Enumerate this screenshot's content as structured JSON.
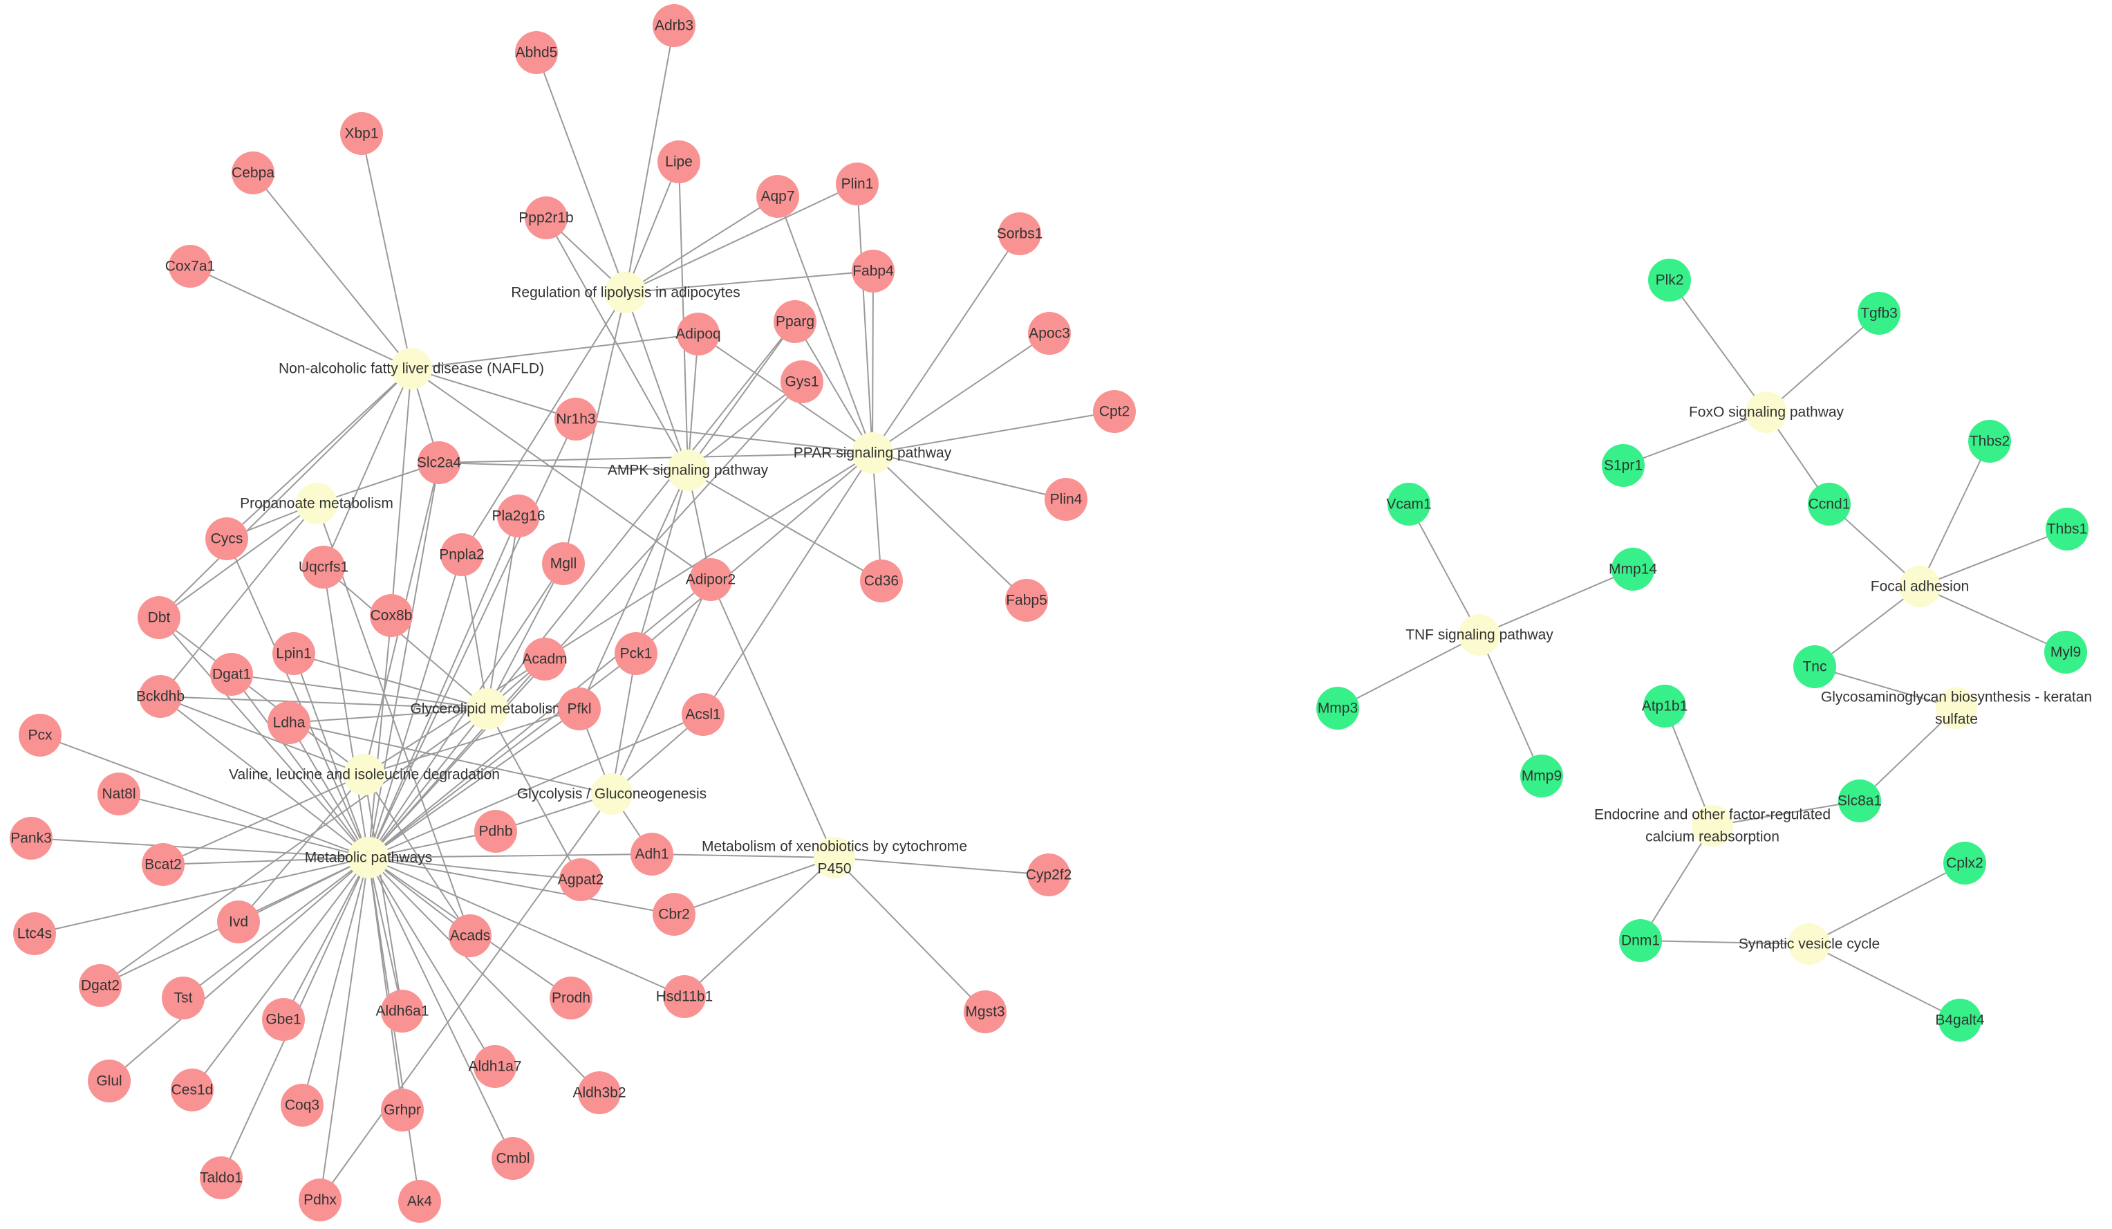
{
  "colors": {
    "gene_red": "#f99393",
    "gene_green": "#37f089",
    "pathway": "#fbfbcf",
    "edge": "#9a9a9a",
    "text": "#333333"
  },
  "pathways": [
    {
      "id": "lipolysis",
      "label": [
        "Regulation of lipolysis in adipocytes"
      ]
    },
    {
      "id": "nafld",
      "label": [
        "Non-alcoholic fatty liver disease (NAFLD)"
      ]
    },
    {
      "id": "ampk",
      "label": [
        "AMPK signaling pathway"
      ]
    },
    {
      "id": "ppar",
      "label": [
        "PPAR signaling pathway"
      ]
    },
    {
      "id": "propanoate",
      "label": [
        "Propanoate metabolism"
      ]
    },
    {
      "id": "glycerolipid",
      "label": [
        "Glycerolipid metabolism"
      ]
    },
    {
      "id": "valine",
      "label": [
        "Valine, leucine and isoleucine degradation"
      ]
    },
    {
      "id": "glycolysis",
      "label": [
        "Glycolysis / Gluconeogenesis"
      ]
    },
    {
      "id": "metabolic",
      "label": [
        "Metabolic pathways"
      ]
    },
    {
      "id": "xenobiotics",
      "label": [
        "Metabolism of xenobiotics by cytochrome",
        "P450"
      ]
    },
    {
      "id": "foxo",
      "label": [
        "FoxO signaling pathway"
      ]
    },
    {
      "id": "tnf",
      "label": [
        "TNF signaling pathway"
      ]
    },
    {
      "id": "focal",
      "label": [
        "Focal adhesion"
      ]
    },
    {
      "id": "glycosaminoglycan",
      "label": [
        "Glycosaminoglycan biosynthesis - keratan",
        "sulfate"
      ]
    },
    {
      "id": "endocrine",
      "label": [
        "Endocrine and other factor-regulated",
        "calcium reabsorption"
      ]
    },
    {
      "id": "synaptic",
      "label": [
        "Synaptic vesicle cycle"
      ]
    }
  ],
  "genes": [
    {
      "id": "Adrb3",
      "label": "Adrb3",
      "group": "red"
    },
    {
      "id": "Abhd5",
      "label": "Abhd5",
      "group": "red"
    },
    {
      "id": "Xbp1",
      "label": "Xbp1",
      "group": "red"
    },
    {
      "id": "Cebpa",
      "label": "Cebpa",
      "group": "red"
    },
    {
      "id": "Lipe",
      "label": "Lipe",
      "group": "red"
    },
    {
      "id": "Aqp7",
      "label": "Aqp7",
      "group": "red"
    },
    {
      "id": "Plin1",
      "label": "Plin1",
      "group": "red"
    },
    {
      "id": "Ppp2r1b",
      "label": "Ppp2r1b",
      "group": "red"
    },
    {
      "id": "Sorbs1",
      "label": "Sorbs1",
      "group": "red"
    },
    {
      "id": "Cox7a1",
      "label": "Cox7a1",
      "group": "red"
    },
    {
      "id": "Fabp4",
      "label": "Fabp4",
      "group": "red"
    },
    {
      "id": "Pparg",
      "label": "Pparg",
      "group": "red"
    },
    {
      "id": "Adipoq",
      "label": "Adipoq",
      "group": "red"
    },
    {
      "id": "Apoc3",
      "label": "Apoc3",
      "group": "red"
    },
    {
      "id": "Gys1",
      "label": "Gys1",
      "group": "red"
    },
    {
      "id": "Cpt2",
      "label": "Cpt2",
      "group": "red"
    },
    {
      "id": "Nr1h3",
      "label": "Nr1h3",
      "group": "red"
    },
    {
      "id": "Slc2a4",
      "label": "Slc2a4",
      "group": "red"
    },
    {
      "id": "Plin4",
      "label": "Plin4",
      "group": "red"
    },
    {
      "id": "Pla2g16",
      "label": "Pla2g16",
      "group": "red"
    },
    {
      "id": "Cycs",
      "label": "Cycs",
      "group": "red"
    },
    {
      "id": "Pnpla2",
      "label": "Pnpla2",
      "group": "red"
    },
    {
      "id": "Mgll",
      "label": "Mgll",
      "group": "red"
    },
    {
      "id": "Uqcrfs1",
      "label": "Uqcrfs1",
      "group": "red"
    },
    {
      "id": "Adipor2",
      "label": "Adipor2",
      "group": "red"
    },
    {
      "id": "Cd36",
      "label": "Cd36",
      "group": "red"
    },
    {
      "id": "Fabp5",
      "label": "Fabp5",
      "group": "red"
    },
    {
      "id": "Dbt",
      "label": "Dbt",
      "group": "red"
    },
    {
      "id": "Cox8b",
      "label": "Cox8b",
      "group": "red"
    },
    {
      "id": "Lpin1",
      "label": "Lpin1",
      "group": "red"
    },
    {
      "id": "Dgat1",
      "label": "Dgat1",
      "group": "red"
    },
    {
      "id": "Acadm",
      "label": "Acadm",
      "group": "red"
    },
    {
      "id": "Pck1",
      "label": "Pck1",
      "group": "red"
    },
    {
      "id": "Bckdhb",
      "label": "Bckdhb",
      "group": "red"
    },
    {
      "id": "Pfkl",
      "label": "Pfkl",
      "group": "red"
    },
    {
      "id": "Acsl1",
      "label": "Acsl1",
      "group": "red"
    },
    {
      "id": "Ldha",
      "label": "Ldha",
      "group": "red"
    },
    {
      "id": "Pcx",
      "label": "Pcx",
      "group": "red"
    },
    {
      "id": "Nat8l",
      "label": "Nat8l",
      "group": "red"
    },
    {
      "id": "Pank3",
      "label": "Pank3",
      "group": "red"
    },
    {
      "id": "Pdhb",
      "label": "Pdhb",
      "group": "red"
    },
    {
      "id": "Bcat2",
      "label": "Bcat2",
      "group": "red"
    },
    {
      "id": "Adh1",
      "label": "Adh1",
      "group": "red"
    },
    {
      "id": "Agpat2",
      "label": "Agpat2",
      "group": "red"
    },
    {
      "id": "Cyp2f2",
      "label": "Cyp2f2",
      "group": "red"
    },
    {
      "id": "Ltc4s",
      "label": "Ltc4s",
      "group": "red"
    },
    {
      "id": "Ivd",
      "label": "Ivd",
      "group": "red"
    },
    {
      "id": "Cbr2",
      "label": "Cbr2",
      "group": "red"
    },
    {
      "id": "Acads",
      "label": "Acads",
      "group": "red"
    },
    {
      "id": "Dgat2",
      "label": "Dgat2",
      "group": "red"
    },
    {
      "id": "Tst",
      "label": "Tst",
      "group": "red"
    },
    {
      "id": "Hsd11b1",
      "label": "Hsd11b1",
      "group": "red"
    },
    {
      "id": "Prodh",
      "label": "Prodh",
      "group": "red"
    },
    {
      "id": "Mgst3",
      "label": "Mgst3",
      "group": "red"
    },
    {
      "id": "Aldh6a1",
      "label": "Aldh6a1",
      "group": "red"
    },
    {
      "id": "Gbe1",
      "label": "Gbe1",
      "group": "red"
    },
    {
      "id": "Glul",
      "label": "Glul",
      "group": "red"
    },
    {
      "id": "Aldh1a7",
      "label": "Aldh1a7",
      "group": "red"
    },
    {
      "id": "Ces1d",
      "label": "Ces1d",
      "group": "red"
    },
    {
      "id": "Aldh3b2",
      "label": "Aldh3b2",
      "group": "red"
    },
    {
      "id": "Coq3",
      "label": "Coq3",
      "group": "red"
    },
    {
      "id": "Grhpr",
      "label": "Grhpr",
      "group": "red"
    },
    {
      "id": "Cmbl",
      "label": "Cmbl",
      "group": "red"
    },
    {
      "id": "Taldo1",
      "label": "Taldo1",
      "group": "red"
    },
    {
      "id": "Pdhx",
      "label": "Pdhx",
      "group": "red"
    },
    {
      "id": "Ak4",
      "label": "Ak4",
      "group": "red"
    },
    {
      "id": "Plk2",
      "label": "Plk2",
      "group": "green"
    },
    {
      "id": "Tgfb3",
      "label": "Tgfb3",
      "group": "green"
    },
    {
      "id": "Thbs2",
      "label": "Thbs2",
      "group": "green"
    },
    {
      "id": "S1pr1",
      "label": "S1pr1",
      "group": "green"
    },
    {
      "id": "Ccnd1",
      "label": "Ccnd1",
      "group": "green"
    },
    {
      "id": "Vcam1",
      "label": "Vcam1",
      "group": "green"
    },
    {
      "id": "Thbs1",
      "label": "Thbs1",
      "group": "green"
    },
    {
      "id": "Mmp14",
      "label": "Mmp14",
      "group": "green"
    },
    {
      "id": "Myl9",
      "label": "Myl9",
      "group": "green"
    },
    {
      "id": "Tnc",
      "label": "Tnc",
      "group": "green"
    },
    {
      "id": "Mmp3",
      "label": "Mmp3",
      "group": "green"
    },
    {
      "id": "Atp1b1",
      "label": "Atp1b1",
      "group": "green"
    },
    {
      "id": "Mmp9",
      "label": "Mmp9",
      "group": "green"
    },
    {
      "id": "Slc8a1",
      "label": "Slc8a1",
      "group": "green"
    },
    {
      "id": "Cplx2",
      "label": "Cplx2",
      "group": "green"
    },
    {
      "id": "Dnm1",
      "label": "Dnm1",
      "group": "green"
    },
    {
      "id": "B4galt4",
      "label": "B4galt4",
      "group": "green"
    }
  ],
  "edges": [
    [
      "lipolysis",
      "Adrb3"
    ],
    [
      "lipolysis",
      "Abhd5"
    ],
    [
      "lipolysis",
      "Lipe"
    ],
    [
      "lipolysis",
      "Aqp7"
    ],
    [
      "lipolysis",
      "Plin1"
    ],
    [
      "lipolysis",
      "Ppp2r1b"
    ],
    [
      "lipolysis",
      "Fabp4"
    ],
    [
      "lipolysis",
      "Pnpla2"
    ],
    [
      "lipolysis",
      "Mgll"
    ],
    [
      "lipolysis",
      "ampk"
    ],
    [
      "nafld",
      "Xbp1"
    ],
    [
      "nafld",
      "Cebpa"
    ],
    [
      "nafld",
      "Cox7a1"
    ],
    [
      "nafld",
      "Adipoq"
    ],
    [
      "nafld",
      "Nr1h3"
    ],
    [
      "nafld",
      "Cycs"
    ],
    [
      "nafld",
      "Uqcrfs1"
    ],
    [
      "nafld",
      "Cox8b"
    ],
    [
      "nafld",
      "Adipor2"
    ],
    [
      "nafld",
      "Dbt"
    ],
    [
      "nafld",
      "Slc2a4"
    ],
    [
      "ampk",
      "Adipoq"
    ],
    [
      "ampk",
      "Pparg"
    ],
    [
      "ampk",
      "Gys1"
    ],
    [
      "ampk",
      "Slc2a4"
    ],
    [
      "ampk",
      "Adipor2"
    ],
    [
      "ampk",
      "Cd36"
    ],
    [
      "ampk",
      "Pfkl"
    ],
    [
      "ampk",
      "Ppp2r1b"
    ],
    [
      "ampk",
      "Lipe"
    ],
    [
      "ampk",
      "Pck1"
    ],
    [
      "ppar",
      "Aqp7"
    ],
    [
      "ppar",
      "Fabp4"
    ],
    [
      "ppar",
      "Plin1"
    ],
    [
      "ppar",
      "Sorbs1"
    ],
    [
      "ppar",
      "Apoc3"
    ],
    [
      "ppar",
      "Cpt2"
    ],
    [
      "ppar",
      "Plin4"
    ],
    [
      "ppar",
      "Fabp5"
    ],
    [
      "ppar",
      "Cd36"
    ],
    [
      "ppar",
      "Pparg"
    ],
    [
      "ppar",
      "Adipoq"
    ],
    [
      "ppar",
      "Nr1h3"
    ],
    [
      "ppar",
      "Acadm"
    ],
    [
      "ppar",
      "Pck1"
    ],
    [
      "ppar",
      "Acsl1"
    ],
    [
      "ppar",
      "Slc2a4"
    ],
    [
      "propanoate",
      "Slc2a4"
    ],
    [
      "propanoate",
      "Cycs"
    ],
    [
      "propanoate",
      "Bckdhb"
    ],
    [
      "propanoate",
      "Acads"
    ],
    [
      "propanoate",
      "Dbt"
    ],
    [
      "glycerolipid",
      "Lpin1"
    ],
    [
      "glycerolipid",
      "Dgat1"
    ],
    [
      "glycerolipid",
      "Pnpla2"
    ],
    [
      "glycerolipid",
      "Mgll"
    ],
    [
      "glycerolipid",
      "Pla2g16"
    ],
    [
      "glycerolipid",
      "Agpat2"
    ],
    [
      "glycerolipid",
      "Dgat2"
    ],
    [
      "glycerolipid",
      "Bckdhb"
    ],
    [
      "glycerolipid",
      "Uqcrfs1"
    ],
    [
      "glycerolipid",
      "Ldha"
    ],
    [
      "glycerolipid",
      "Acadm"
    ],
    [
      "valine",
      "Dbt"
    ],
    [
      "valine",
      "Bckdhb"
    ],
    [
      "valine",
      "Bcat2"
    ],
    [
      "valine",
      "Ivd"
    ],
    [
      "valine",
      "Acads"
    ],
    [
      "valine",
      "Aldh6a1"
    ],
    [
      "valine",
      "Acadm"
    ],
    [
      "valine",
      "Slc2a4"
    ],
    [
      "valine",
      "Pfkl"
    ],
    [
      "glycolysis",
      "Pck1"
    ],
    [
      "glycolysis",
      "Pfkl"
    ],
    [
      "glycolysis",
      "Ldha"
    ],
    [
      "glycolysis",
      "Pdhb"
    ],
    [
      "glycolysis",
      "Adh1"
    ],
    [
      "glycolysis",
      "Acsl1"
    ],
    [
      "glycolysis",
      "Pdhx"
    ],
    [
      "glycolysis",
      "Adipor2"
    ],
    [
      "metabolic",
      "Pcx"
    ],
    [
      "metabolic",
      "Nat8l"
    ],
    [
      "metabolic",
      "Pank3"
    ],
    [
      "metabolic",
      "Bcat2"
    ],
    [
      "metabolic",
      "Ltc4s"
    ],
    [
      "metabolic",
      "Ivd"
    ],
    [
      "metabolic",
      "Dgat2"
    ],
    [
      "metabolic",
      "Tst"
    ],
    [
      "metabolic",
      "Glul"
    ],
    [
      "metabolic",
      "Gbe1"
    ],
    [
      "metabolic",
      "Ces1d"
    ],
    [
      "metabolic",
      "Coq3"
    ],
    [
      "metabolic",
      "Taldo1"
    ],
    [
      "metabolic",
      "Pdhx"
    ],
    [
      "metabolic",
      "Ak4"
    ],
    [
      "metabolic",
      "Grhpr"
    ],
    [
      "metabolic",
      "Cmbl"
    ],
    [
      "metabolic",
      "Aldh6a1"
    ],
    [
      "metabolic",
      "Aldh1a7"
    ],
    [
      "metabolic",
      "Aldh3b2"
    ],
    [
      "metabolic",
      "Prodh"
    ],
    [
      "metabolic",
      "Acads"
    ],
    [
      "metabolic",
      "Hsd11b1"
    ],
    [
      "metabolic",
      "Cbr2"
    ],
    [
      "metabolic",
      "Agpat2"
    ],
    [
      "metabolic",
      "Adh1"
    ],
    [
      "metabolic",
      "Pdhb"
    ],
    [
      "metabolic",
      "Pfkl"
    ],
    [
      "metabolic",
      "Pck1"
    ],
    [
      "metabolic",
      "Acadm"
    ],
    [
      "metabolic",
      "Lpin1"
    ],
    [
      "metabolic",
      "Dgat1"
    ],
    [
      "metabolic",
      "Ldha"
    ],
    [
      "metabolic",
      "Dbt"
    ],
    [
      "metabolic",
      "Bckdhb"
    ],
    [
      "metabolic",
      "Cox8b"
    ],
    [
      "metabolic",
      "Uqcrfs1"
    ],
    [
      "metabolic",
      "Cycs"
    ],
    [
      "metabolic",
      "Pnpla2"
    ],
    [
      "metabolic",
      "Mgll"
    ],
    [
      "metabolic",
      "Pla2g16"
    ],
    [
      "metabolic",
      "Slc2a4"
    ],
    [
      "metabolic",
      "Adipor2"
    ],
    [
      "metabolic",
      "Acsl1"
    ],
    [
      "metabolic",
      "Gys1"
    ],
    [
      "metabolic",
      "Pparg"
    ],
    [
      "metabolic",
      "Nr1h3"
    ],
    [
      "xenobiotics",
      "Adh1"
    ],
    [
      "xenobiotics",
      "Cbr2"
    ],
    [
      "xenobiotics",
      "Hsd11b1"
    ],
    [
      "xenobiotics",
      "Cyp2f2"
    ],
    [
      "xenobiotics",
      "Mgst3"
    ],
    [
      "xenobiotics",
      "Adipor2"
    ],
    [
      "foxo",
      "Plk2"
    ],
    [
      "foxo",
      "Tgfb3"
    ],
    [
      "foxo",
      "S1pr1"
    ],
    [
      "foxo",
      "Ccnd1"
    ],
    [
      "tnf",
      "Vcam1"
    ],
    [
      "tnf",
      "Mmp14"
    ],
    [
      "tnf",
      "Mmp3"
    ],
    [
      "tnf",
      "Mmp9"
    ],
    [
      "focal",
      "Ccnd1"
    ],
    [
      "focal",
      "Thbs2"
    ],
    [
      "focal",
      "Thbs1"
    ],
    [
      "focal",
      "Myl9"
    ],
    [
      "focal",
      "Tnc"
    ],
    [
      "glycosaminoglycan",
      "Tnc"
    ],
    [
      "glycosaminoglycan",
      "Slc8a1"
    ],
    [
      "endocrine",
      "Atp1b1"
    ],
    [
      "endocrine",
      "Slc8a1"
    ],
    [
      "endocrine",
      "Dnm1"
    ],
    [
      "synaptic",
      "Dnm1"
    ],
    [
      "synaptic",
      "Cplx2"
    ],
    [
      "synaptic",
      "B4galt4"
    ]
  ]
}
